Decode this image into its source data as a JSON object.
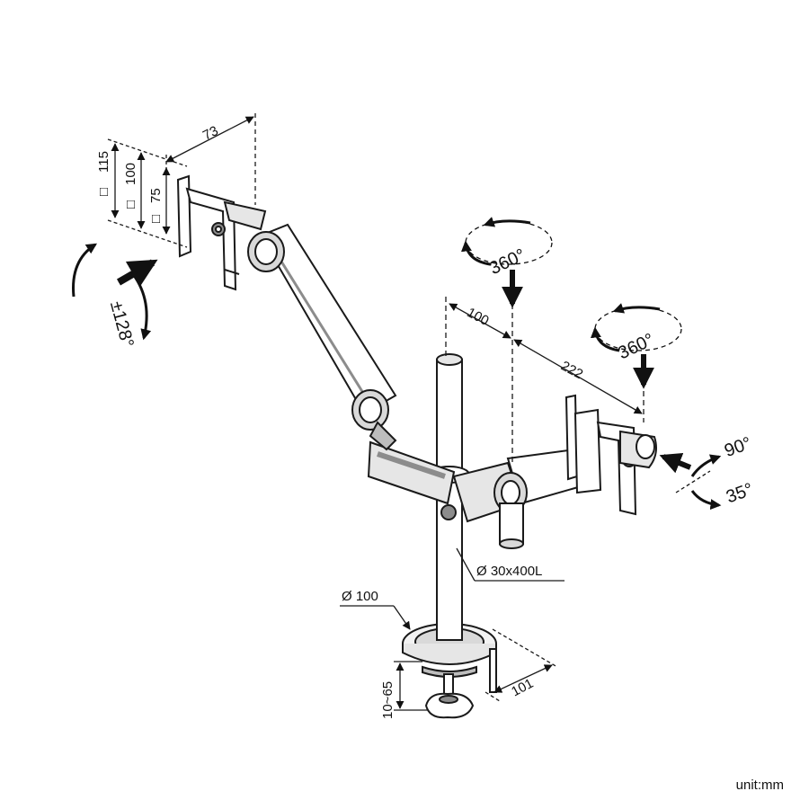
{
  "dimensions": {
    "bracket_depth": "73",
    "vesa_115": "115",
    "vesa_100": "100",
    "vesa_75": "75",
    "vesa_115_prefix": "□",
    "vesa_100_prefix": "□",
    "vesa_75_prefix": "□",
    "tilt": "±128°",
    "rotation_left": "360°",
    "rotation_right": "360°",
    "offset_100": "100",
    "arm_length_222": "222",
    "swivel_90": "90°",
    "swivel_35": "35°",
    "pole": "Ø 30x400L",
    "base_diameter": "Ø 100",
    "clamp_depth": "101",
    "clamp_range": "10~65"
  },
  "unit_label": "unit:mm",
  "colors": {
    "line": "#1a1a1a",
    "fill": "#ffffff",
    "shade": "#d9d9d9",
    "dark": "#8c8c8c"
  }
}
